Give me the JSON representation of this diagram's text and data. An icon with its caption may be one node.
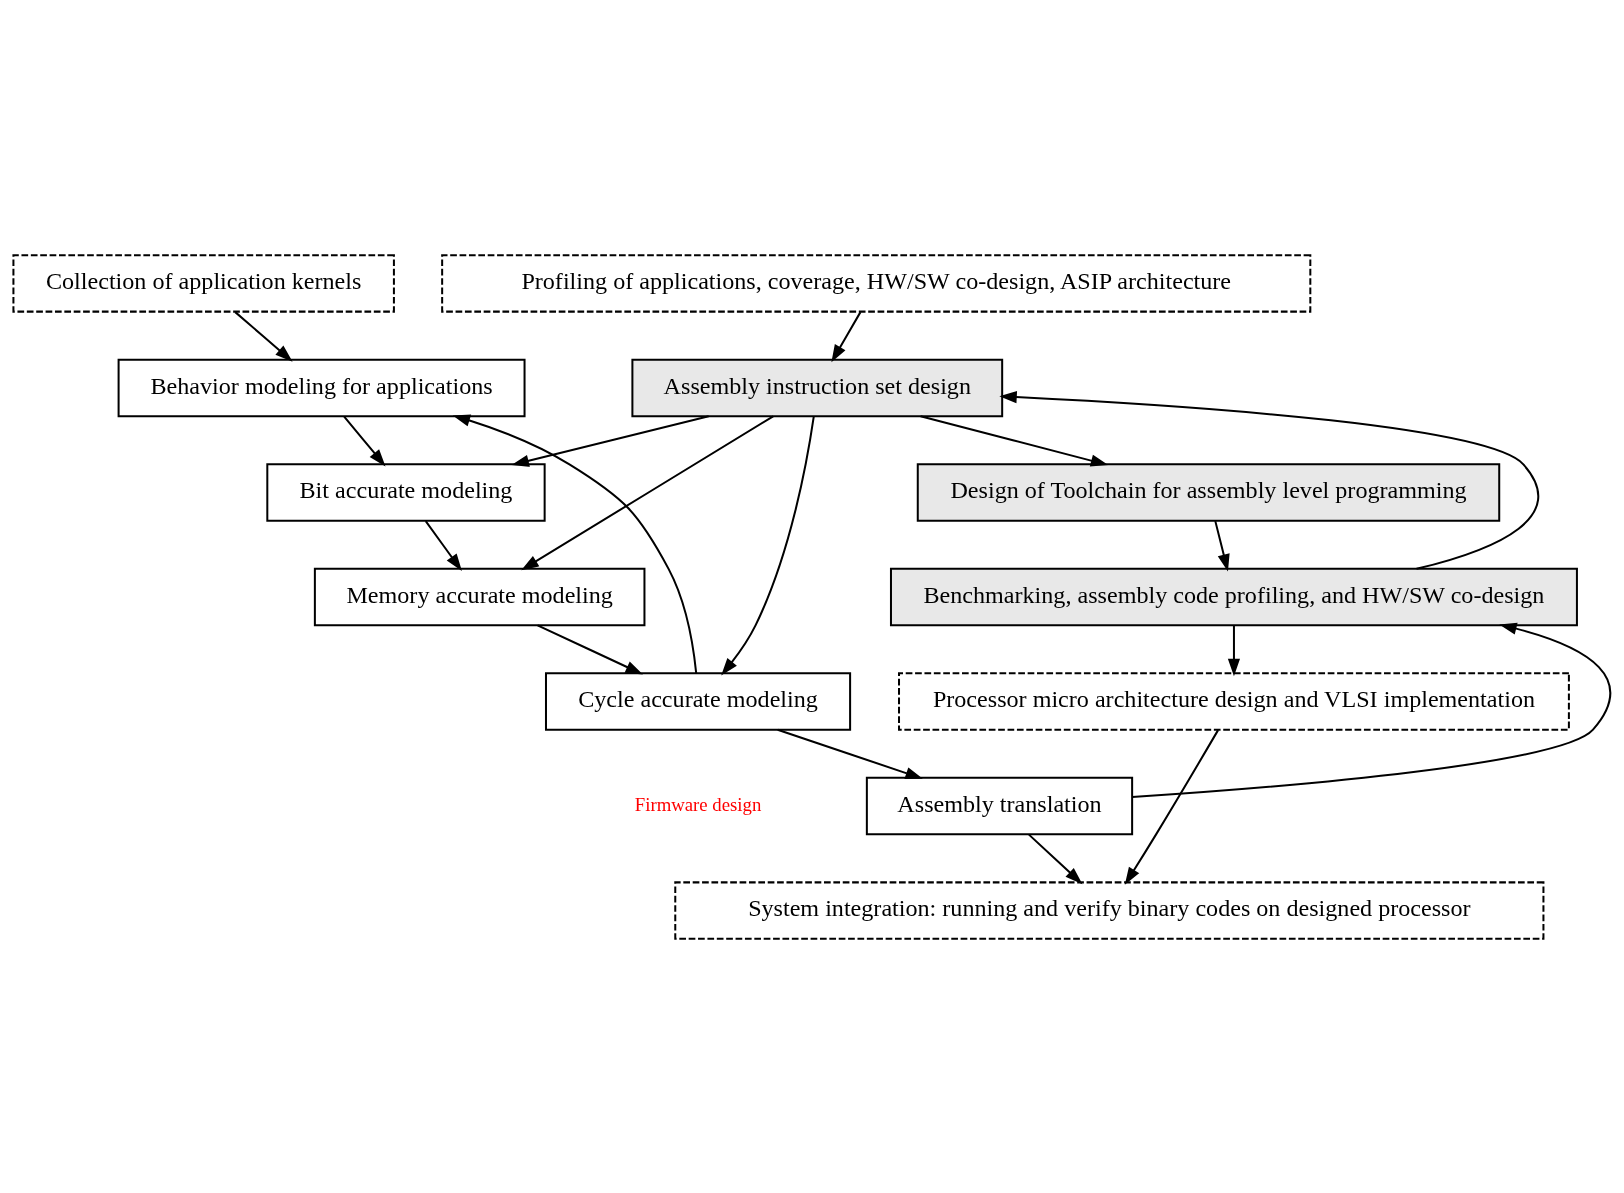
{
  "diagram": {
    "nodes": [
      {
        "text": [
          "Collection of application kernels"
        ]
      },
      {
        "text": [
          "Profiling of applications, coverage, HW/SW co-design, ASIP architecture"
        ]
      },
      {
        "text": [
          "Assembly instruction set design"
        ]
      },
      {
        "text": [
          "Behavior modeling for applications"
        ]
      },
      {
        "text": [
          "Design of Toolchain for assembly level programming"
        ]
      },
      {
        "text": [
          "Bit accurate modeling"
        ]
      },
      {
        "text": [
          "Memory accurate modeling"
        ]
      },
      {
        "text": [
          "Benchmarking, assembly code profiling, and HW/SW co-design"
        ]
      },
      {
        "text": [
          "Cycle accurate modeling"
        ]
      },
      {
        "text": [
          "Processor micro architecture design and VLSI implementation"
        ]
      },
      {
        "text": [
          "Assembly translation"
        ]
      },
      {
        "text": [
          "System integration: running and verify binary codes on designed processor"
        ]
      }
    ],
    "edges": [
      {
        "from": 0,
        "to": 3,
        "arrow": "to"
      },
      {
        "from": 1,
        "to": 2,
        "arrow": "to"
      },
      {
        "from": 2,
        "to": 4,
        "arrow": "to"
      },
      {
        "from": 2,
        "to": 5,
        "arrow": "to"
      },
      {
        "from": 2,
        "to": 6,
        "arrow": "to"
      },
      {
        "from": 2,
        "to": 8,
        "arrow": "to"
      },
      {
        "from": 3,
        "to": 5,
        "arrow": "to"
      },
      {
        "from": 4,
        "to": 7,
        "arrow": "to"
      },
      {
        "from": 5,
        "to": 6,
        "arrow": "to"
      },
      {
        "from": 6,
        "to": 8,
        "arrow": "to"
      },
      {
        "from": 7,
        "to": 9,
        "arrow": "to"
      },
      {
        "from": 7,
        "to": 2,
        "arrow": "to"
      },
      {
        "from": 8,
        "to": 10,
        "arrow": "to"
      },
      {
        "from": 8,
        "to": 3,
        "arrow": "to"
      },
      {
        "from": 9,
        "to": 11,
        "arrow": "to"
      },
      {
        "from": 10,
        "to": 11,
        "arrow": "to"
      },
      {
        "from": 10,
        "to": 7,
        "arrow": "to"
      }
    ],
    "labels": [
      "Firmware design"
    ]
  }
}
